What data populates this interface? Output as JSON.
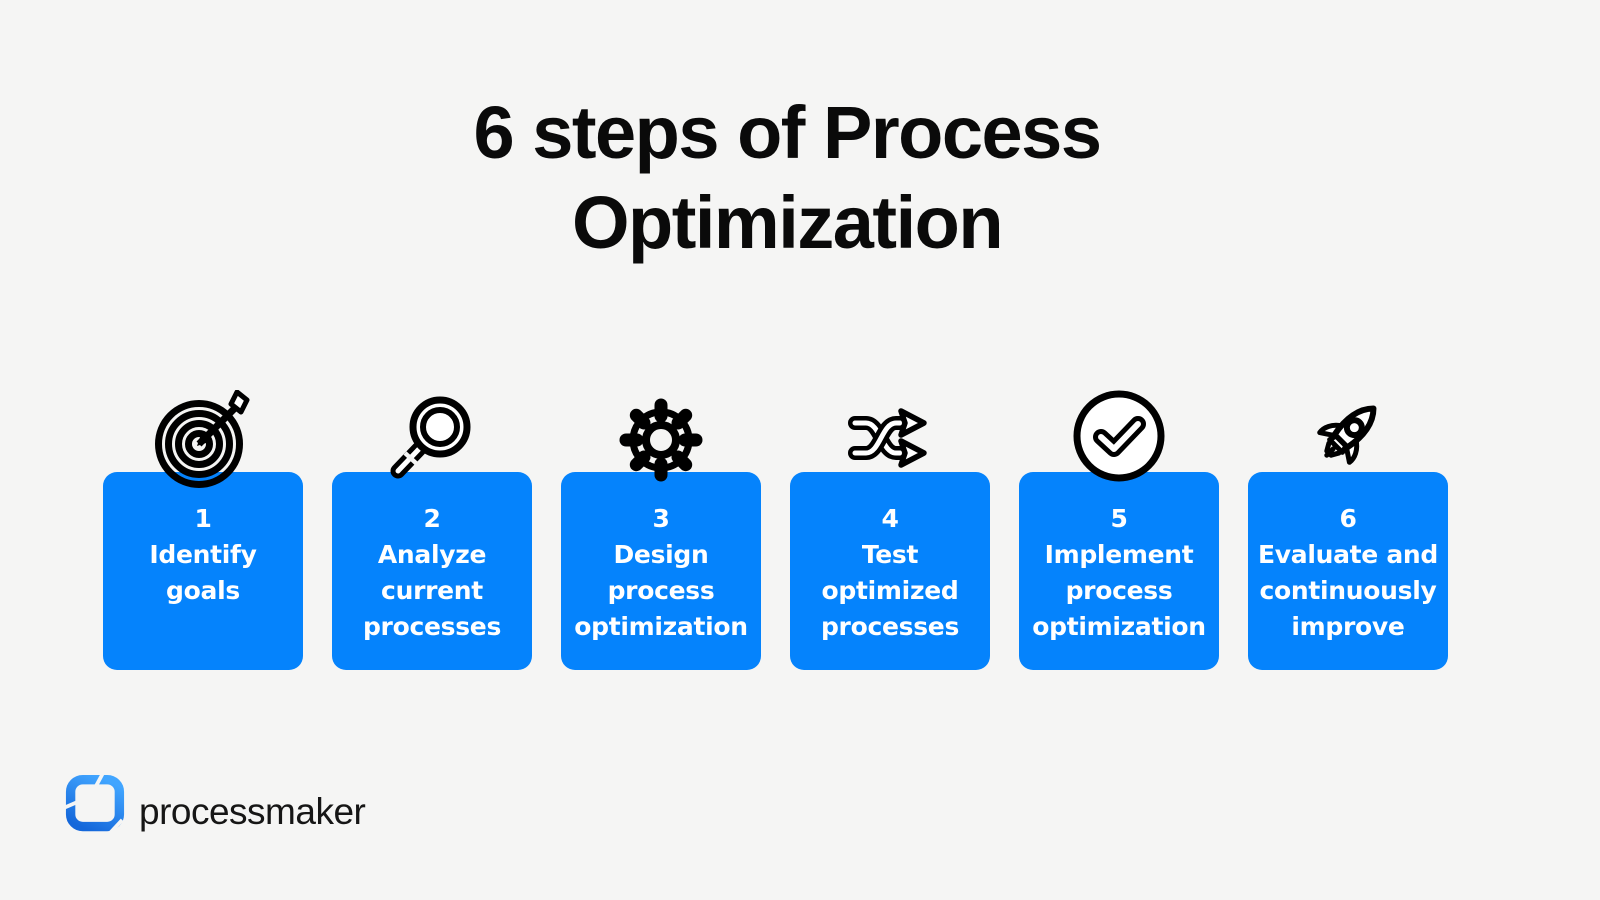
{
  "title": {
    "line1": "6 steps of Process",
    "line2": "Optimization"
  },
  "steps": [
    {
      "number": "1",
      "label": "Identify\ngoals",
      "icon": "target-icon"
    },
    {
      "number": "2",
      "label": "Analyze\ncurrent\nprocesses",
      "icon": "magnifier-icon"
    },
    {
      "number": "3",
      "label": "Design\nprocess\noptimization",
      "icon": "gear-icon"
    },
    {
      "number": "4",
      "label": "Test\noptimized\nprocesses",
      "icon": "shuffle-icon"
    },
    {
      "number": "5",
      "label": "Implement\nprocess\noptimization",
      "icon": "check-circle-icon"
    },
    {
      "number": "6",
      "label": "Evaluate and\ncontinuously\nimprove",
      "icon": "rocket-icon"
    }
  ],
  "footer": {
    "brand": "processmaker"
  },
  "colors": {
    "background": "#f5f5f4",
    "card_blue": "#0583fc",
    "card_text": "#ffffff",
    "title_text": "#0a0a0a",
    "icon_line": "#000000",
    "logo_blue_light": "#41a5ff",
    "logo_blue_dark": "#1467da"
  }
}
